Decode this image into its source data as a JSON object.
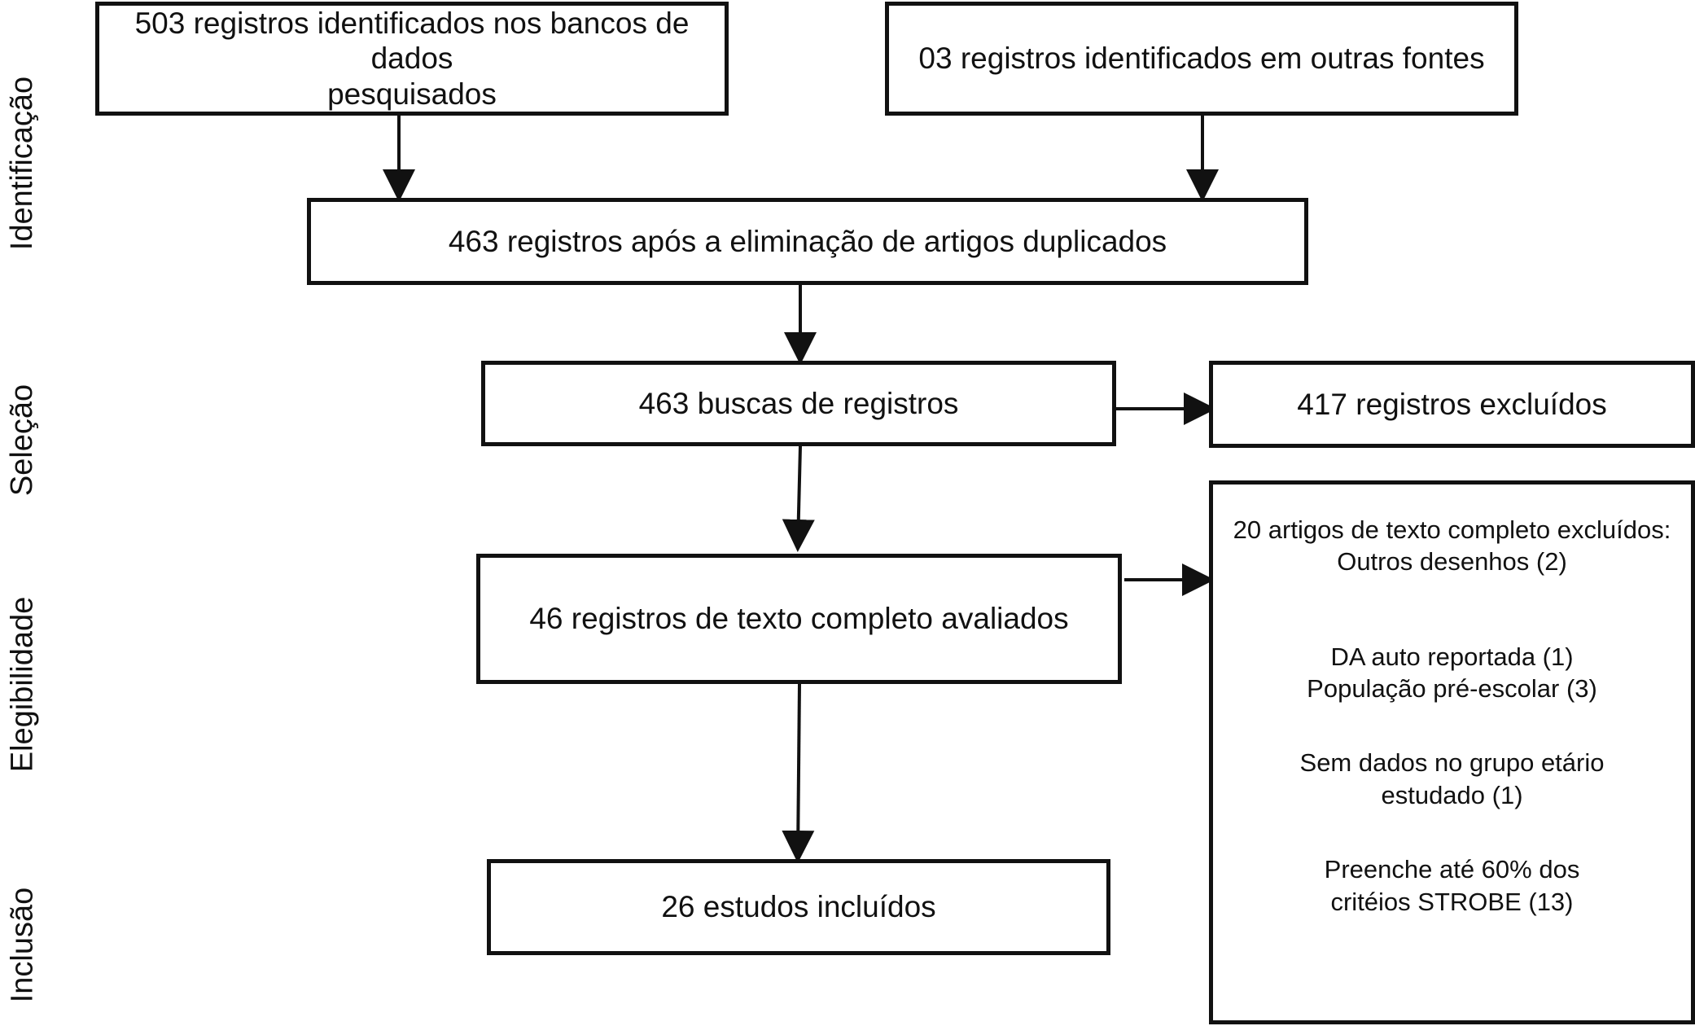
{
  "stages": {
    "identificacao": "Identificação",
    "selecao": "Seleção",
    "elegibilidade": "Elegibilidade",
    "inclusao": "Inclusão"
  },
  "boxes": {
    "databases": [
      "503 registros identificados nos bancos de dados",
      "pesquisados"
    ],
    "other_sources": "03 registros identificados em outras fontes",
    "after_duplicates": "463 registros após a eliminação de artigos duplicados",
    "screened": "463 buscas de registros",
    "excluded": "417 registros excluídos",
    "fulltext_assessed": "46 registros de texto completo avaliados",
    "included": "26 estudos incluídos"
  },
  "fulltext_excluded": {
    "header": [
      "20 artigos de texto completo excluídos:",
      "Outros desenhos (2)"
    ],
    "group1": [
      "DA auto reportada (1)",
      "População pré-escolar (3)"
    ],
    "group2": [
      "Sem dados no grupo etário",
      "estudado (1)"
    ],
    "group3": [
      "Preenche até 60% dos",
      "critéios STROBE (13)"
    ]
  },
  "colors": {
    "line": "#111111",
    "background": "#ffffff"
  }
}
